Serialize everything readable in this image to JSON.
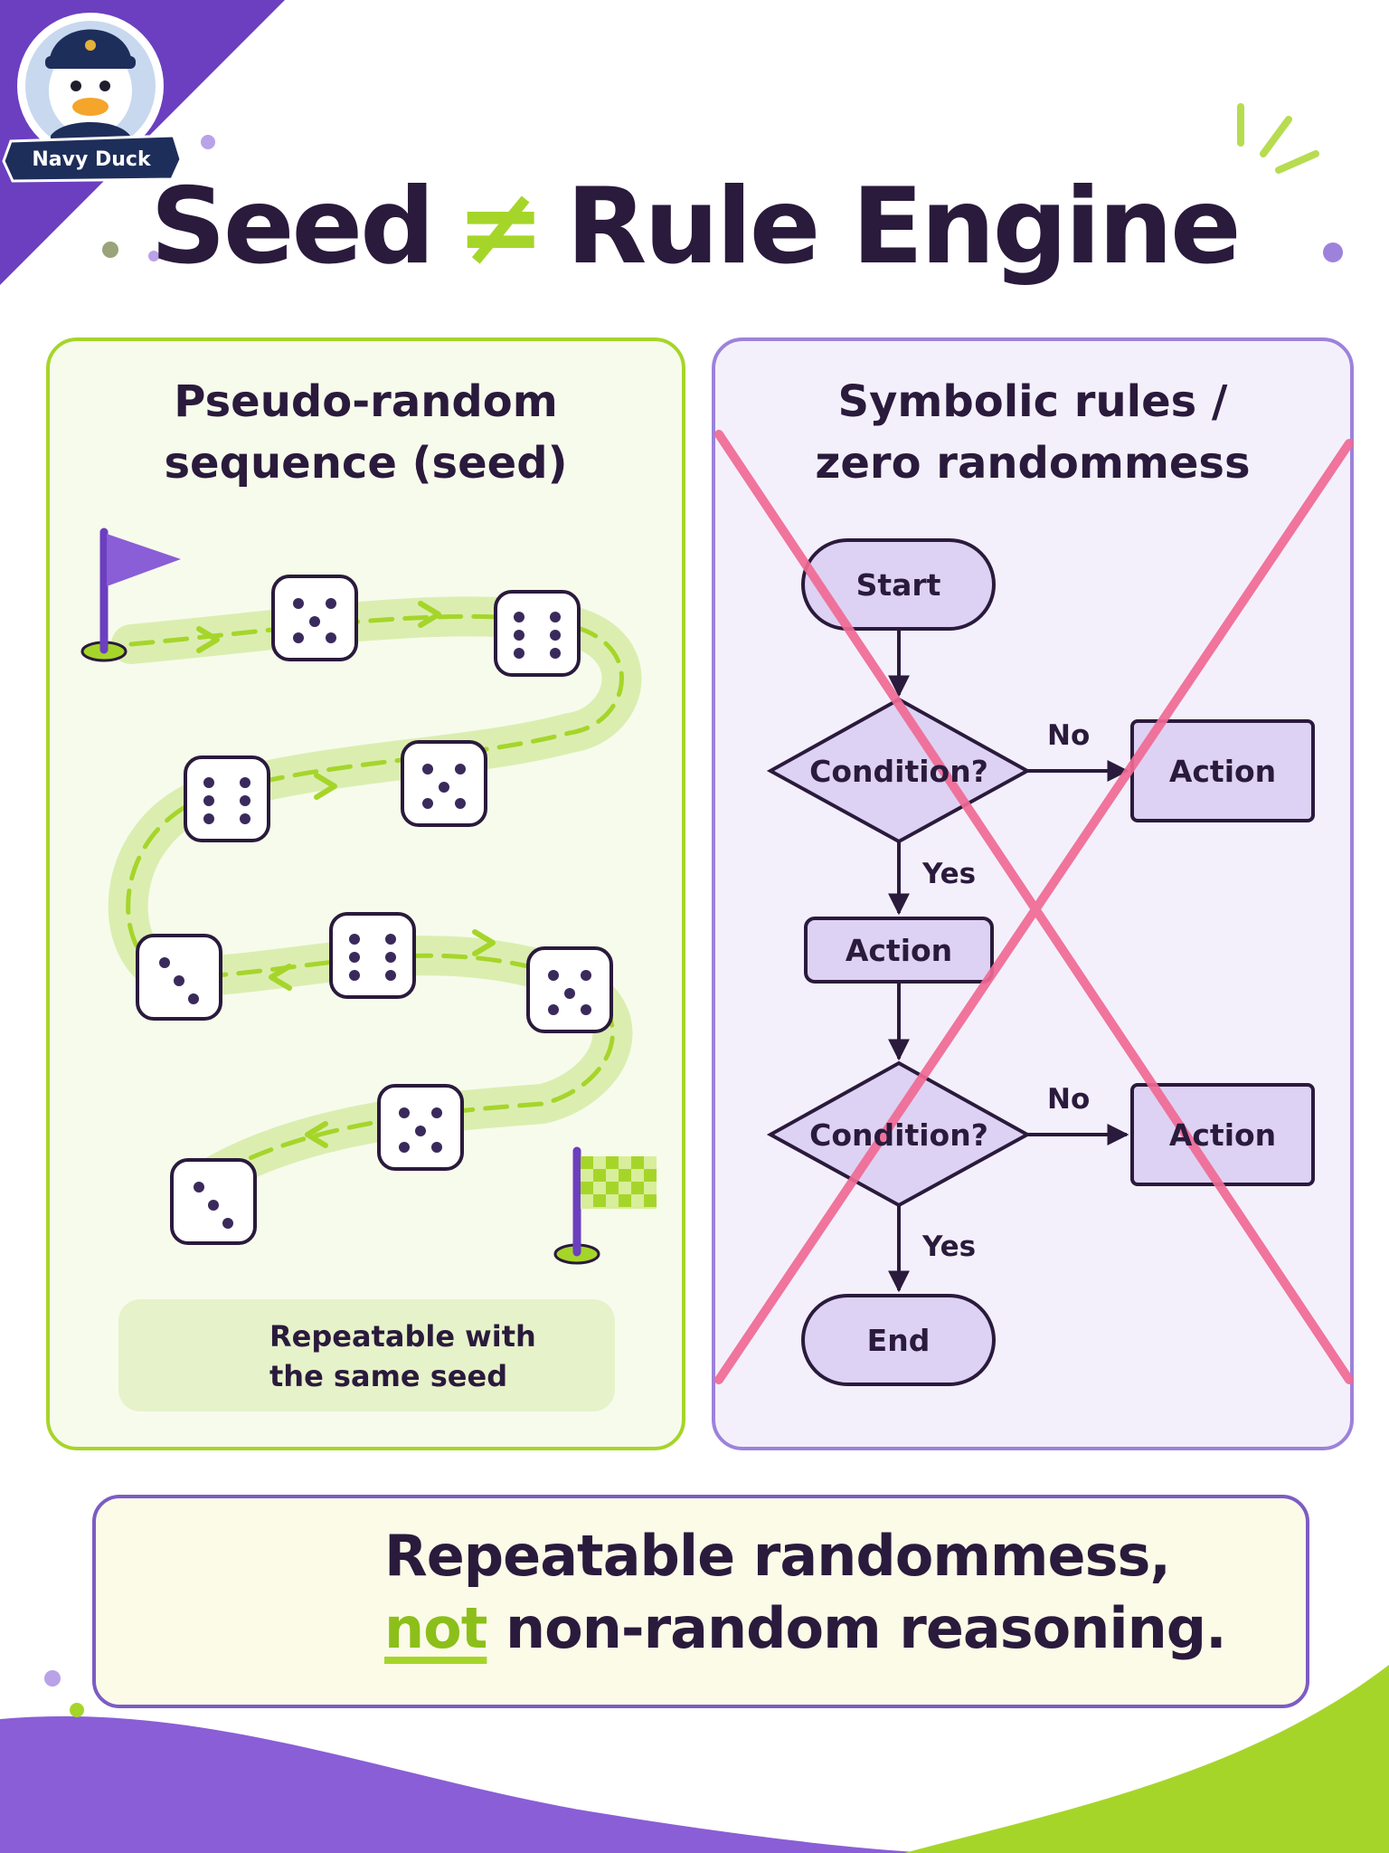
{
  "brand": {
    "logo_text": "Navy Duck"
  },
  "title": {
    "left": "Seed",
    "operator": "≠",
    "right": "Rule Engine"
  },
  "left_panel": {
    "heading_line1": "Pseudo-random",
    "heading_line2": "sequence (seed)",
    "note_line1": "Repeatable with",
    "note_line2": "the same seed"
  },
  "right_panel": {
    "heading_line1": "Symbolic rules /",
    "heading_line2": "zero randommess",
    "flowchart": {
      "start": "Start",
      "condition1": "Condition?",
      "no1": "No",
      "side_action1": "Action",
      "yes1": "Yes",
      "action": "Action",
      "condition2": "Condition?",
      "no2": "No",
      "side_action2": "Action",
      "yes2": "Yes",
      "end": "End"
    }
  },
  "bottom": {
    "line1": "Repeatable randommess,",
    "emphasis": "not",
    "line2_rest": "non-random reasoning."
  },
  "colors": {
    "purple": "#7c5cc4",
    "green": "#a6d52a",
    "dark": "#2a1a3c",
    "cross_red": "#f06a94",
    "left_panel_bg": "#f7fbec",
    "right_panel_bg": "#f4f0fb"
  },
  "icons": {
    "logo": "duck-sailor-icon",
    "die": "dice-icon",
    "start_flag": "purple-flag-icon",
    "finish_flag": "checkered-flag-icon",
    "repeat": "refresh-icon",
    "target": "target-arrow-icon",
    "sparkle": "sparkle-icon"
  }
}
